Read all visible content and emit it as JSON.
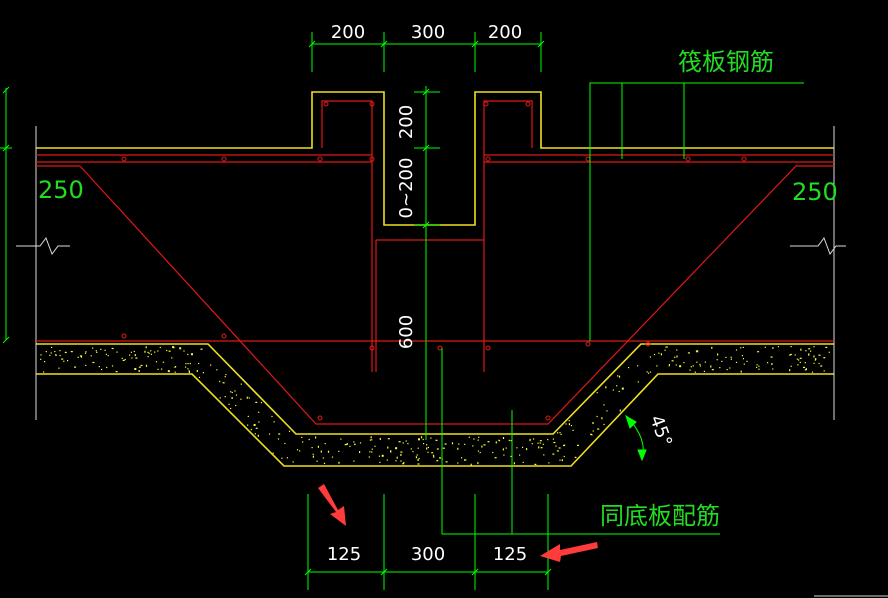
{
  "colors": {
    "background": "#000000",
    "concrete_outline": "#f0e020",
    "rebar": "#e01818",
    "dimension": "#00ff00",
    "text_white": "#ffffff",
    "text_green": "#22dd22",
    "arrow": "#ff3b3b",
    "hatch": "#ffff33"
  },
  "labels": {
    "raft_rebar": "筏板钢筋",
    "same_as_bottom": "同底板配筋",
    "thickness_left": "250",
    "thickness_right": "250",
    "angle": "45°"
  },
  "dimensions": {
    "top_left": "200",
    "top_mid": "300",
    "top_right": "200",
    "vertical_upper": "200",
    "vertical_mid": "0~200",
    "vertical_depth": "600",
    "bottom_left": "125",
    "bottom_mid": "300",
    "bottom_right": "125"
  }
}
